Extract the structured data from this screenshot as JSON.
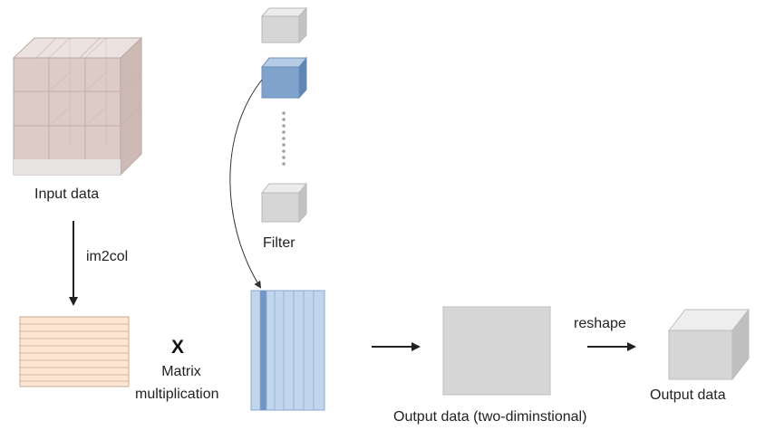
{
  "diagram": {
    "labels": {
      "input_data": "Input data",
      "im2col": "im2col",
      "filter": "Filter",
      "x_operator": "X",
      "matrix_multiplication_line1": "Matrix",
      "matrix_multiplication_line2": "multiplication",
      "reshape": "reshape",
      "output_2d": "Output data (two-diminstional)",
      "output_data": "Output data"
    },
    "colors": {
      "input_block": "#d9c7c2",
      "input_block_top": "#e8dbd7",
      "input_block_side": "#cbb7b1",
      "matrix_rows_fill": "#fde3cf",
      "matrix_rows_line": "#c9a991",
      "filter_cube_gray": "#d4d4d4",
      "filter_cube_blue": "#7fa3cc",
      "filter_matrix_fill": "#bcd3ea",
      "filter_matrix_highlight": "#6e96c7",
      "output_gray": "#d6d6d6",
      "arrow": "#222222"
    }
  }
}
